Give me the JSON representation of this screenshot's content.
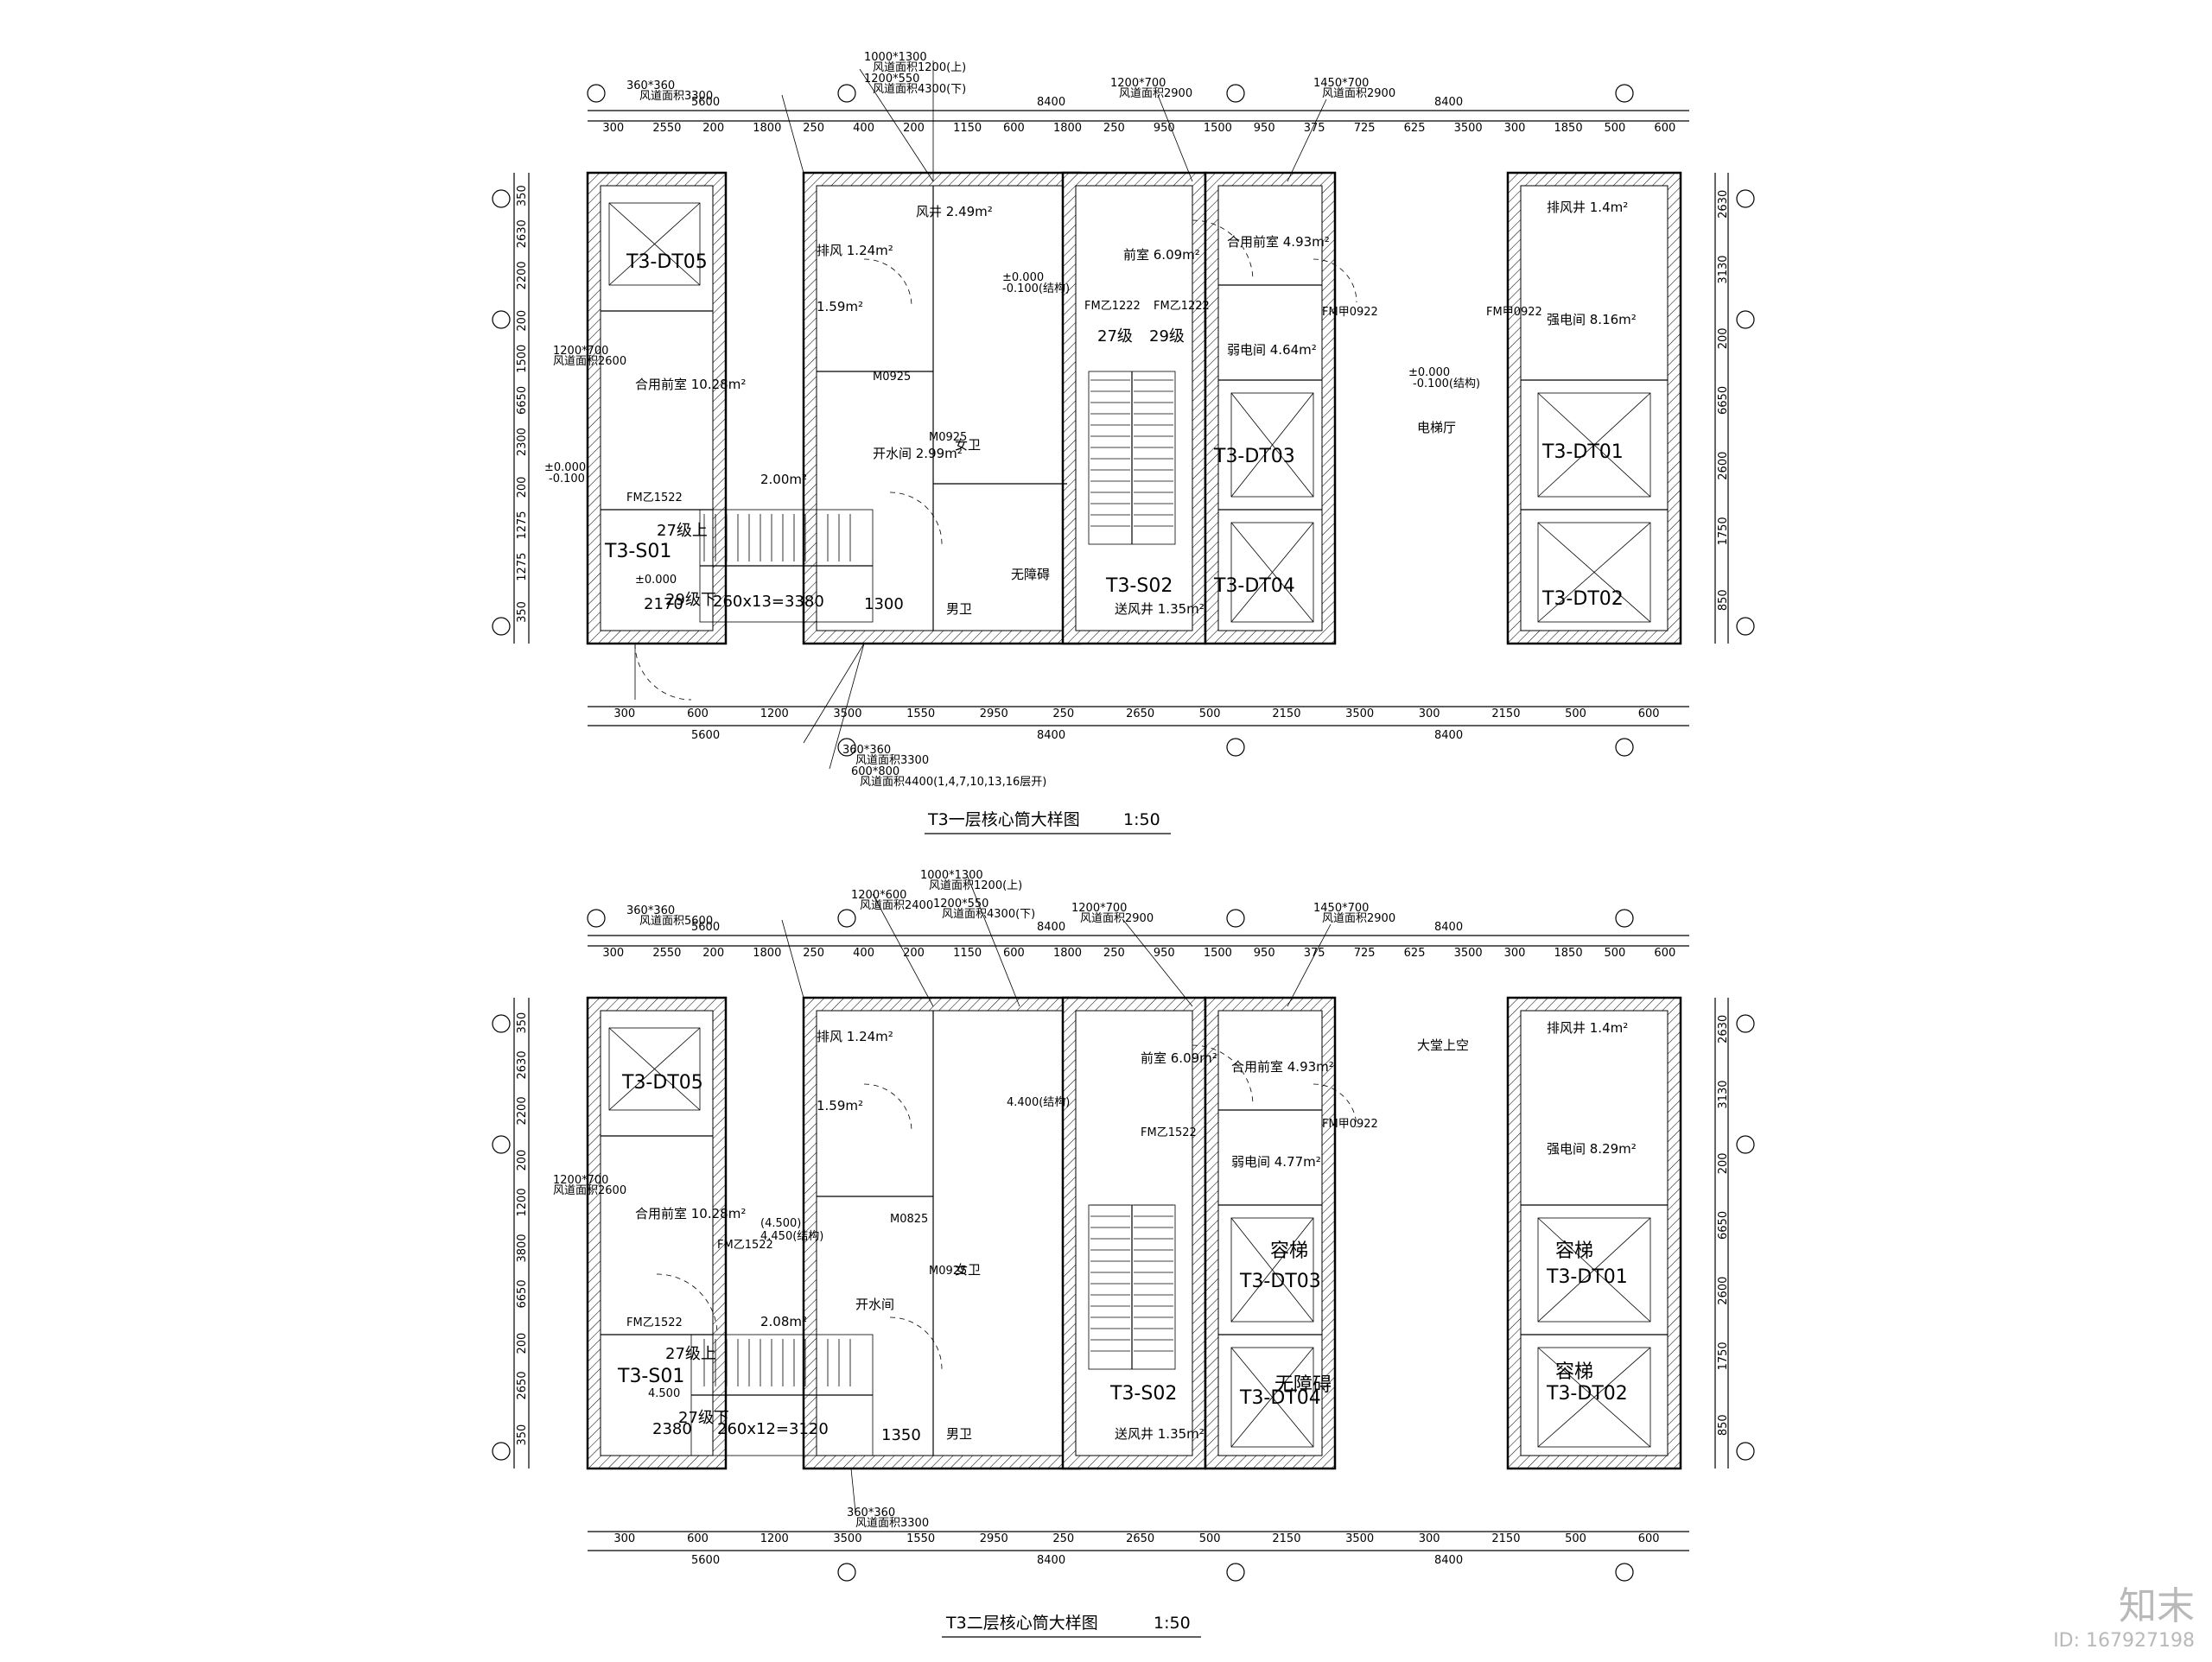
{
  "plans": [
    {
      "title": "T3一层核心筒大样图",
      "scale": "1:50",
      "top_dims_row1": [
        "300",
        "2550",
        "200",
        "1800",
        "250",
        "400",
        "200",
        "1150",
        "600",
        "1800",
        "250",
        "950",
        "1500",
        "950",
        "375",
        "725",
        "625",
        "3500",
        "300",
        "1850",
        "500",
        "600"
      ],
      "top_dims_row2": [
        "5600",
        "8400",
        "8400"
      ],
      "bottom_dims_row1": [
        "300",
        "600",
        "1200",
        "3500",
        "1550",
        "2950",
        "250",
        "2650",
        "500",
        "2150",
        "3500",
        "300",
        "2150",
        "500",
        "600"
      ],
      "bottom_dims_row2": [
        "5600",
        "8400",
        "8400"
      ],
      "left_dims": [
        "350",
        "2630",
        "2200",
        "200",
        "1500",
        "6650",
        "2300",
        "200",
        "1275",
        "1275",
        "350"
      ],
      "right_dims": [
        "2630",
        "3130",
        "200",
        "6650",
        "2600",
        "1750",
        "850"
      ],
      "callouts": [
        "360*360",
        "风道面积3300",
        "1000*1300",
        "风道面积1200(上)",
        "1200*550",
        "风道面积4300(下)",
        "1200*700",
        "风道面积2900",
        "1450*700",
        "风道面积2900",
        "1200*700",
        "风道面积2600",
        "360*360",
        "风道面积3300",
        "600*800",
        "风道面积4400(1,4,7,10,13,16层开)"
      ],
      "rooms": [
        "排风 1.24m²",
        "1.59m²",
        "风井 2.49m²",
        "前室 6.09m²",
        "合用前室 4.93m²",
        "排风井 1.4m²",
        "强电间 8.16m²",
        "合用前室 10.28m²",
        "2.00m²",
        "开水间 2.99m²",
        "女卫",
        "男卫",
        "弱电间 4.64m²",
        "电梯厅",
        "无障碍",
        "送风井 1.35m²"
      ],
      "tags": [
        "T3-DT05",
        "T3-S01",
        "T3-S02",
        "T3-DT03",
        "T3-DT04",
        "T3-DT01",
        "T3-DT02"
      ],
      "doors": [
        "FM乙1222",
        "FM乙1222",
        "FM甲0922",
        "FM甲0922",
        "FM乙1522",
        "M0925",
        "M0925"
      ],
      "levels": [
        "±0.000",
        "-0.100",
        "±0.000",
        "-0.100(结构)",
        "±0.000",
        "-0.100(结构)",
        "±0.000"
      ],
      "stair_text": [
        "27级",
        "29级",
        "27级上",
        "29级下",
        "260x13=3380",
        "2170",
        "1300"
      ]
    },
    {
      "title": "T3二层核心筒大样图",
      "scale": "1:50",
      "top_dims_row1": [
        "300",
        "2550",
        "200",
        "1800",
        "250",
        "400",
        "200",
        "1150",
        "600",
        "1800",
        "250",
        "950",
        "1500",
        "950",
        "375",
        "725",
        "625",
        "3500",
        "300",
        "1850",
        "500",
        "600"
      ],
      "top_dims_row2": [
        "5600",
        "8400",
        "8400"
      ],
      "bottom_dims_row1": [
        "300",
        "600",
        "1200",
        "3500",
        "1550",
        "2950",
        "250",
        "2650",
        "500",
        "2150",
        "3500",
        "300",
        "2150",
        "500",
        "600"
      ],
      "bottom_dims_row2": [
        "5600",
        "8400",
        "8400"
      ],
      "left_dims": [
        "350",
        "2630",
        "2200",
        "200",
        "1200",
        "3800",
        "6650",
        "200",
        "2650",
        "350"
      ],
      "right_dims": [
        "2630",
        "3130",
        "200",
        "6650",
        "2600",
        "1750",
        "850"
      ],
      "callouts": [
        "360*360",
        "风道面积5600",
        "1200*600",
        "风道面积2400",
        "1000*1300",
        "风道面积1200(上)",
        "1200*550",
        "风道面积4300(下)",
        "1200*700",
        "风道面积2900",
        "1450*700",
        "风道面积2900",
        "1200*700",
        "风道面积2600",
        "360*360",
        "风道面积3300"
      ],
      "rooms": [
        "排风 1.24m²",
        "1.59m²",
        "前室 6.09m²",
        "合用前室 4.93m²",
        "排风井 1.4m²",
        "强电间 8.29m²",
        "合用前室 10.28m²",
        "2.08m²",
        "开水间",
        "女卫",
        "男卫",
        "弱电间 4.77m²",
        "大堂上空",
        "送风井 1.35m²"
      ],
      "tags": [
        "T3-DT05",
        "T3-S01",
        "T3-S02",
        "T3-DT03",
        "T3-DT04",
        "T3-DT01",
        "T3-DT02",
        "容梯",
        "容梯",
        "无障碍",
        "容梯"
      ],
      "doors": [
        "FM乙1522",
        "FM乙1522",
        "FM乙1522",
        "FM甲0922",
        "M0825",
        "M0925"
      ],
      "levels": [
        "(4.500)",
        "4.450(结构)",
        "4.400(结构)",
        "4.500"
      ],
      "stair_text": [
        "27级上",
        "27级下",
        "260x12=3120",
        "2380",
        "1350"
      ]
    }
  ],
  "watermark": {
    "logo": "知末",
    "id": "ID: 167927198"
  }
}
